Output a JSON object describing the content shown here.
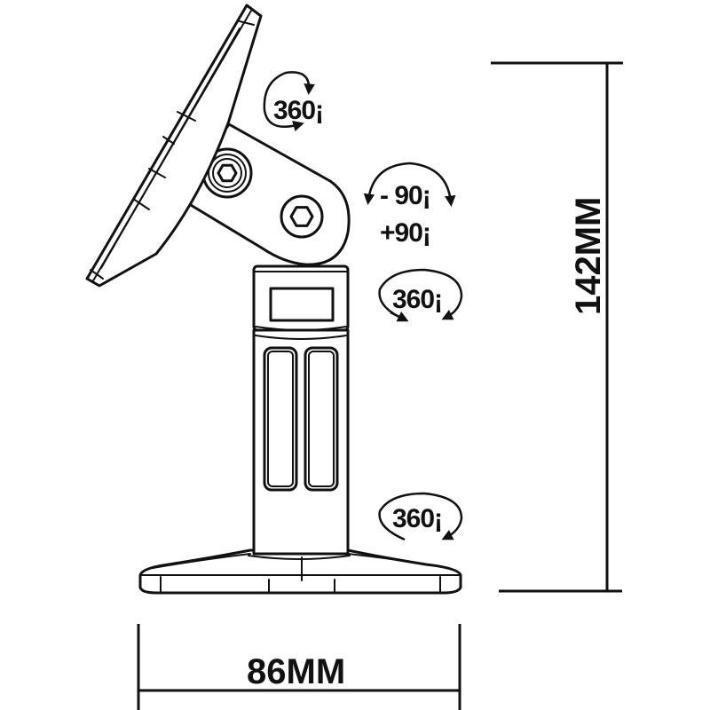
{
  "diagram": {
    "subject": "speaker wall mount bracket, side view",
    "colors": {
      "line": "#111111",
      "background": "#ffffff"
    },
    "dimensions": {
      "height_label": "142MM",
      "width_label": "86MM"
    },
    "rotation_labels": {
      "plate_rotation": "360¡",
      "tilt_minus": "- 90¡",
      "tilt_plus": "+90¡",
      "column_rotation": "360¡",
      "base_rotation": "360¡"
    }
  }
}
